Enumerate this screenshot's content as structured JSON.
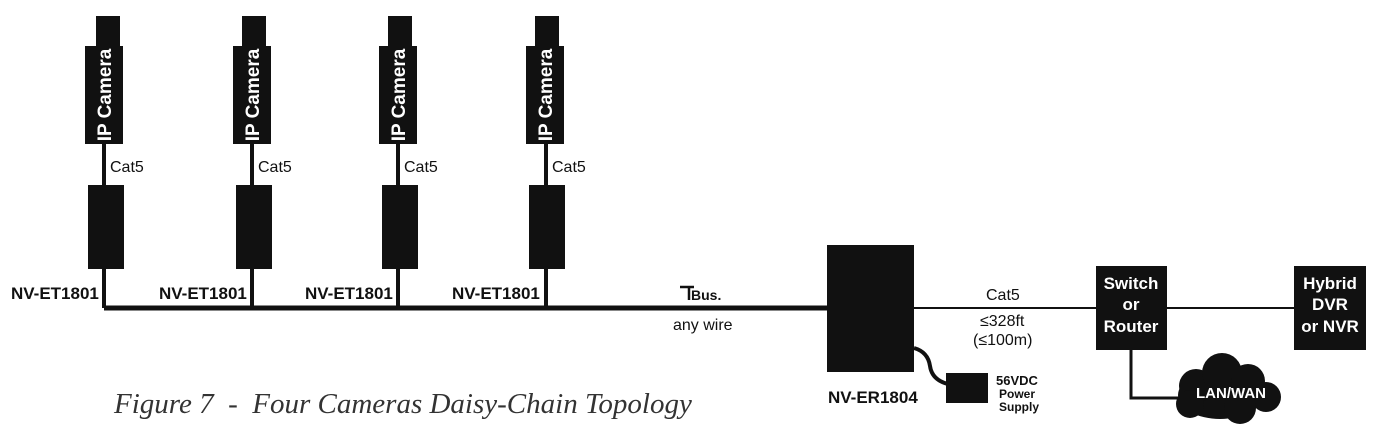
{
  "cameras": [
    {
      "camera_label": "IP Camera",
      "cable_label": "Cat5",
      "transceiver_label": "NV-ET1801"
    },
    {
      "camera_label": "IP Camera",
      "cable_label": "Cat5",
      "transceiver_label": "NV-ET1801"
    },
    {
      "camera_label": "IP Camera",
      "cable_label": "Cat5",
      "transceiver_label": "NV-ET1801"
    },
    {
      "camera_label": "IP Camera",
      "cable_label": "Cat5",
      "transceiver_label": "NV-ET1801"
    }
  ],
  "bus": {
    "logo_text": "Bus.",
    "wire_label": "any wire"
  },
  "receiver": {
    "label": "NV-ER1804"
  },
  "power_supply": {
    "voltage": "56VDC",
    "line1": "Power",
    "line2": "Supply"
  },
  "uplink": {
    "cable_label": "Cat5",
    "distance_ft": "≤328ft",
    "distance_m": "(≤100m)"
  },
  "switch": {
    "line1": "Switch",
    "line2": "or",
    "line3": "Router"
  },
  "recorder": {
    "line1": "Hybrid",
    "line2": "DVR",
    "line3": "or NVR"
  },
  "cloud": {
    "label": "LAN/WAN"
  },
  "caption": "Figure 7  -  Four Cameras Daisy-Chain Topology"
}
